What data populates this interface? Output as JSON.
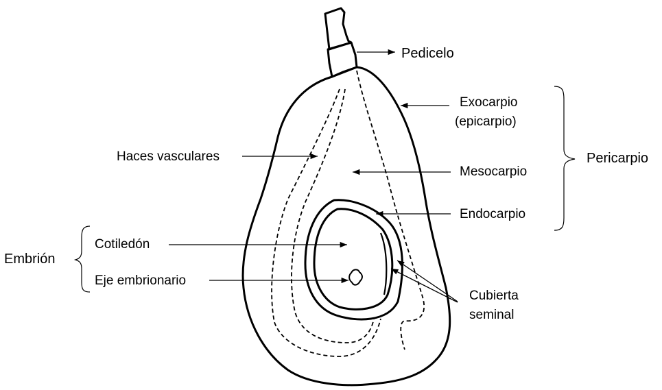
{
  "labels": {
    "pedicelo": "Pedicelo",
    "exocarpio": "Exocarpio",
    "epicarpio": "(epicarpio)",
    "pericarpio": "Pericarpio",
    "haces_vasculares": "Haces vasculares",
    "mesocarpio": "Mesocarpio",
    "endocarpio": "Endocarpio",
    "embrion": "Embrión",
    "cotiledon": "Cotiledón",
    "eje_embrionario": "Eje embrionario",
    "cubierta": "Cubierta",
    "seminal": "seminal"
  }
}
